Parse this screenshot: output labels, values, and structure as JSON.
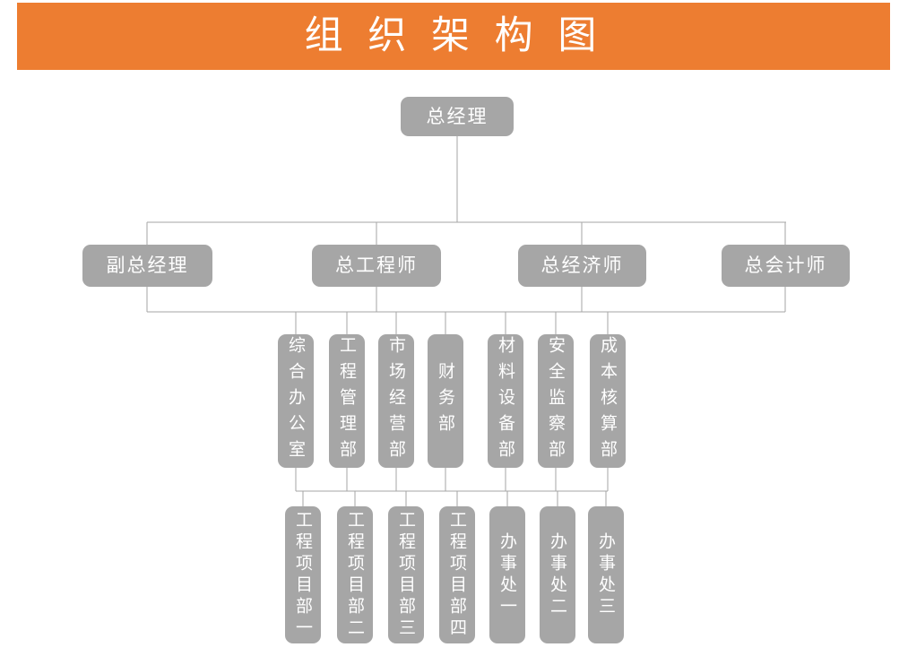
{
  "title": "组 织 架 构 图",
  "colors": {
    "header_bg": "#ED7D31",
    "node_bg": "#A6A6A6",
    "node_text": "#FFFFFF",
    "connector_line": "#A6A6A6",
    "page_bg": "#FFFFFF"
  },
  "org": {
    "root": "总经理",
    "level2": [
      "副总经理",
      "总工程师",
      "总经济师",
      "总会计师"
    ],
    "level3": [
      "综合办公室",
      "工程管理部",
      "市场经营部",
      "财务部",
      "材料设备部",
      "安全监察部",
      "成本核算部"
    ],
    "level4": [
      "工程项目部一",
      "工程项目部二",
      "工程项目部三",
      "工程项目部四",
      "办事处一",
      "办事处二",
      "办事处三"
    ]
  }
}
